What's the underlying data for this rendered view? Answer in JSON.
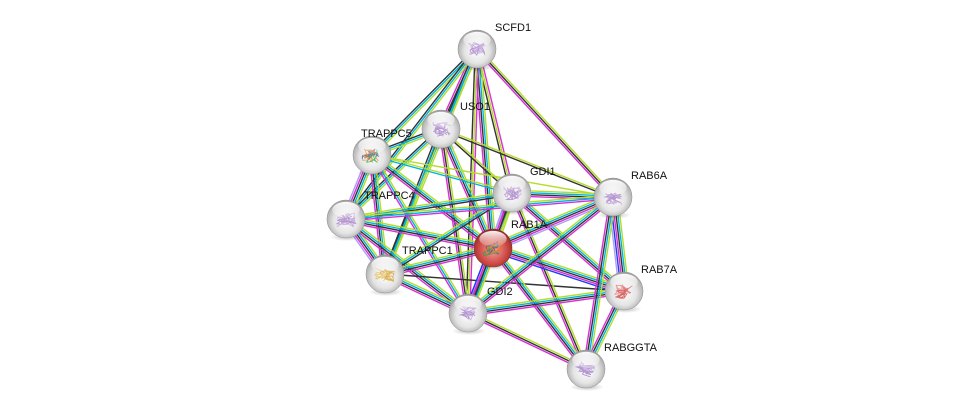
{
  "title": "STRING protein interaction network",
  "colors": {
    "background": "#ffffff",
    "node_default": "#e6e6e6",
    "node_query": "#d0413f",
    "label": "#111111",
    "evidence": {
      "curated_databases": "#00b4e0",
      "experimental": "#d82fd8",
      "gene_neighborhood": "#1f3cf0",
      "textmining": "#b3dd2a",
      "coexpression": "#333333",
      "homology": "#a9a1f5"
    }
  },
  "nodes": [
    {
      "id": "SCFD1",
      "label": "SCFD1",
      "query": false,
      "structure": "purple"
    },
    {
      "id": "USO1",
      "label": "USO1",
      "query": false,
      "structure": "purple"
    },
    {
      "id": "TRAPPC5",
      "label": "TRAPPC5",
      "query": false,
      "structure": "multicolor"
    },
    {
      "id": "TRAPPC4",
      "label": "TRAPPC4",
      "query": false,
      "structure": "purple"
    },
    {
      "id": "TRAPPC1",
      "label": "TRAPPC1",
      "query": false,
      "structure": "gold"
    },
    {
      "id": "GDI1",
      "label": "GDI1",
      "query": false,
      "structure": "purple"
    },
    {
      "id": "RAB1A",
      "label": "RAB1A",
      "query": true,
      "structure": "orange"
    },
    {
      "id": "GDI2",
      "label": "GDI2",
      "query": false,
      "structure": "purple"
    },
    {
      "id": "RAB6A",
      "label": "RAB6A",
      "query": false,
      "structure": "purple"
    },
    {
      "id": "RAB7A",
      "label": "RAB7A",
      "query": false,
      "structure": "red"
    },
    {
      "id": "RABGGTA",
      "label": "RABGGTA",
      "query": false,
      "structure": "purple"
    }
  ],
  "edges": [
    {
      "a": "SCFD1",
      "b": "USO1",
      "evidence": [
        "textmining",
        "curated_databases",
        "coexpression",
        "experimental"
      ]
    },
    {
      "a": "SCFD1",
      "b": "TRAPPC5",
      "evidence": [
        "textmining",
        "curated_databases",
        "coexpression"
      ]
    },
    {
      "a": "SCFD1",
      "b": "TRAPPC4",
      "evidence": [
        "textmining",
        "curated_databases",
        "coexpression"
      ]
    },
    {
      "a": "SCFD1",
      "b": "TRAPPC1",
      "evidence": [
        "textmining",
        "curated_databases",
        "coexpression"
      ]
    },
    {
      "a": "SCFD1",
      "b": "GDI1",
      "evidence": [
        "experimental",
        "textmining",
        "coexpression"
      ]
    },
    {
      "a": "SCFD1",
      "b": "RAB1A",
      "evidence": [
        "textmining",
        "curated_databases",
        "coexpression",
        "experimental"
      ]
    },
    {
      "a": "SCFD1",
      "b": "GDI2",
      "evidence": [
        "experimental",
        "textmining",
        "coexpression"
      ]
    },
    {
      "a": "SCFD1",
      "b": "RAB6A",
      "evidence": [
        "textmining",
        "coexpression",
        "experimental"
      ]
    },
    {
      "a": "USO1",
      "b": "TRAPPC5",
      "evidence": [
        "textmining",
        "curated_databases",
        "coexpression"
      ]
    },
    {
      "a": "USO1",
      "b": "TRAPPC4",
      "evidence": [
        "textmining",
        "curated_databases",
        "coexpression"
      ]
    },
    {
      "a": "USO1",
      "b": "TRAPPC1",
      "evidence": [
        "textmining",
        "curated_databases",
        "coexpression"
      ]
    },
    {
      "a": "USO1",
      "b": "GDI1",
      "evidence": [
        "textmining",
        "coexpression"
      ]
    },
    {
      "a": "USO1",
      "b": "RAB1A",
      "evidence": [
        "textmining",
        "curated_databases",
        "coexpression",
        "experimental"
      ]
    },
    {
      "a": "USO1",
      "b": "GDI2",
      "evidence": [
        "textmining",
        "coexpression",
        "experimental"
      ]
    },
    {
      "a": "USO1",
      "b": "RAB6A",
      "evidence": [
        "textmining",
        "coexpression"
      ]
    },
    {
      "a": "TRAPPC5",
      "b": "TRAPPC4",
      "evidence": [
        "textmining",
        "curated_databases",
        "coexpression",
        "experimental",
        "homology"
      ]
    },
    {
      "a": "TRAPPC5",
      "b": "TRAPPC1",
      "evidence": [
        "textmining",
        "curated_databases",
        "coexpression",
        "experimental"
      ]
    },
    {
      "a": "TRAPPC5",
      "b": "GDI1",
      "evidence": [
        "textmining",
        "curated_databases"
      ]
    },
    {
      "a": "TRAPPC5",
      "b": "RAB1A",
      "evidence": [
        "textmining",
        "curated_databases",
        "coexpression",
        "experimental"
      ]
    },
    {
      "a": "TRAPPC5",
      "b": "GDI2",
      "evidence": [
        "textmining",
        "curated_databases",
        "experimental"
      ]
    },
    {
      "a": "TRAPPC4",
      "b": "TRAPPC1",
      "evidence": [
        "textmining",
        "curated_databases",
        "coexpression",
        "experimental",
        "homology"
      ]
    },
    {
      "a": "TRAPPC4",
      "b": "GDI1",
      "evidence": [
        "textmining",
        "curated_databases",
        "coexpression"
      ]
    },
    {
      "a": "TRAPPC4",
      "b": "RAB1A",
      "evidence": [
        "textmining",
        "curated_databases",
        "coexpression",
        "experimental"
      ]
    },
    {
      "a": "TRAPPC4",
      "b": "GDI2",
      "evidence": [
        "textmining",
        "curated_databases",
        "coexpression",
        "experimental"
      ]
    },
    {
      "a": "TRAPPC1",
      "b": "GDI1",
      "evidence": [
        "textmining",
        "curated_databases",
        "coexpression"
      ]
    },
    {
      "a": "TRAPPC1",
      "b": "RAB1A",
      "evidence": [
        "textmining",
        "curated_databases",
        "coexpression",
        "experimental"
      ]
    },
    {
      "a": "TRAPPC1",
      "b": "GDI2",
      "evidence": [
        "textmining",
        "curated_databases",
        "coexpression",
        "experimental"
      ]
    },
    {
      "a": "TRAPPC1",
      "b": "RAB7A",
      "evidence": [
        "coexpression"
      ]
    },
    {
      "a": "GDI1",
      "b": "RAB1A",
      "evidence": [
        "textmining",
        "curated_databases",
        "coexpression",
        "experimental",
        "homology"
      ]
    },
    {
      "a": "GDI1",
      "b": "GDI2",
      "evidence": [
        "textmining",
        "coexpression",
        "experimental",
        "homology"
      ]
    },
    {
      "a": "GDI1",
      "b": "RAB6A",
      "evidence": [
        "textmining",
        "curated_databases",
        "coexpression",
        "experimental"
      ]
    },
    {
      "a": "GDI1",
      "b": "RAB7A",
      "evidence": [
        "textmining",
        "curated_databases",
        "coexpression",
        "experimental"
      ]
    },
    {
      "a": "GDI1",
      "b": "RABGGTA",
      "evidence": [
        "textmining",
        "coexpression",
        "experimental"
      ]
    },
    {
      "a": "RAB1A",
      "b": "GDI2",
      "evidence": [
        "textmining",
        "curated_databases",
        "coexpression",
        "experimental",
        "gene_neighborhood"
      ]
    },
    {
      "a": "RAB1A",
      "b": "RAB6A",
      "evidence": [
        "textmining",
        "curated_databases",
        "coexpression",
        "experimental",
        "homology"
      ]
    },
    {
      "a": "RAB1A",
      "b": "RAB7A",
      "evidence": [
        "textmining",
        "curated_databases",
        "coexpression",
        "experimental",
        "gene_neighborhood"
      ]
    },
    {
      "a": "RAB1A",
      "b": "RABGGTA",
      "evidence": [
        "textmining",
        "curated_databases",
        "coexpression",
        "experimental"
      ]
    },
    {
      "a": "GDI2",
      "b": "RAB6A",
      "evidence": [
        "textmining",
        "curated_databases",
        "coexpression",
        "experimental"
      ]
    },
    {
      "a": "GDI2",
      "b": "RAB7A",
      "evidence": [
        "textmining",
        "curated_databases",
        "coexpression",
        "experimental"
      ]
    },
    {
      "a": "GDI2",
      "b": "RABGGTA",
      "evidence": [
        "textmining",
        "coexpression",
        "experimental"
      ]
    },
    {
      "a": "RAB6A",
      "b": "RAB7A",
      "evidence": [
        "textmining",
        "curated_databases",
        "coexpression",
        "experimental",
        "gene_neighborhood",
        "homology"
      ]
    },
    {
      "a": "RAB6A",
      "b": "RABGGTA",
      "evidence": [
        "textmining",
        "curated_databases",
        "coexpression",
        "experimental"
      ]
    },
    {
      "a": "RAB7A",
      "b": "RABGGTA",
      "evidence": [
        "textmining",
        "curated_databases",
        "coexpression",
        "experimental"
      ]
    },
    {
      "a": "TRAPPC4",
      "b": "RAB6A",
      "evidence": [
        "textmining",
        "curated_databases",
        "experimental"
      ]
    },
    {
      "a": "TRAPPC5",
      "b": "RAB6A",
      "evidence": [
        "textmining"
      ]
    }
  ]
}
